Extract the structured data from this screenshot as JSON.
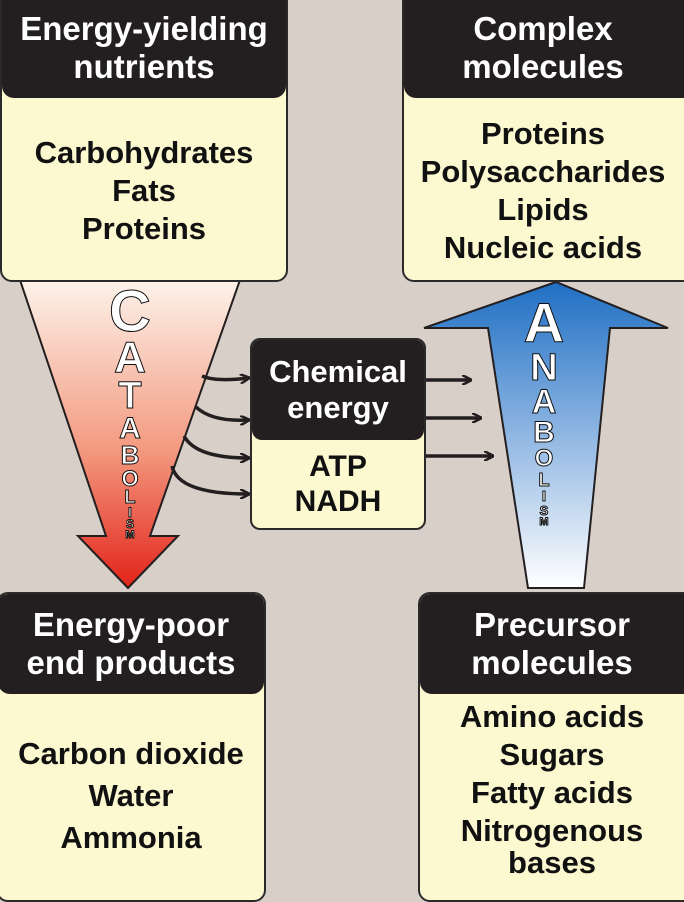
{
  "boxes": {
    "energy_yielding": {
      "title": [
        "Energy-yielding",
        "nutrients"
      ],
      "items": [
        "Carbohydrates",
        "Fats",
        "Proteins"
      ]
    },
    "complex": {
      "title": [
        "Complex",
        "molecules"
      ],
      "items": [
        "Proteins",
        "Polysaccharides",
        "Lipids",
        "Nucleic acids"
      ]
    },
    "chemical": {
      "title": [
        "Chemical",
        "energy"
      ],
      "items": [
        "ATP",
        "NADH"
      ]
    },
    "energy_poor": {
      "title": [
        "Energy-poor",
        "end products"
      ],
      "items": [
        "Carbon dioxide",
        "Water",
        "Ammonia"
      ]
    },
    "precursor": {
      "title": [
        "Precursor",
        "molecules"
      ],
      "items": [
        "Amino acids",
        "Sugars",
        "Fatty acids",
        "Nitrogenous",
        "bases"
      ]
    }
  },
  "catabolism_letters": [
    "C",
    "A",
    "T",
    "A",
    "B",
    "O",
    "L",
    "I",
    "S",
    "M"
  ],
  "anabolism_letters": [
    "A",
    "N",
    "A",
    "B",
    "O",
    "L",
    "I",
    "S",
    "M"
  ],
  "colors": {
    "background": "#d8d0c8",
    "box_fill": "#fcf8d0",
    "header_fill": "#231f20",
    "catabolism_top": "#fdf3ea",
    "catabolism_bottom": "#e2231a",
    "anabolism_top": "#1f6fc4",
    "anabolism_bottom": "#ffffff"
  }
}
